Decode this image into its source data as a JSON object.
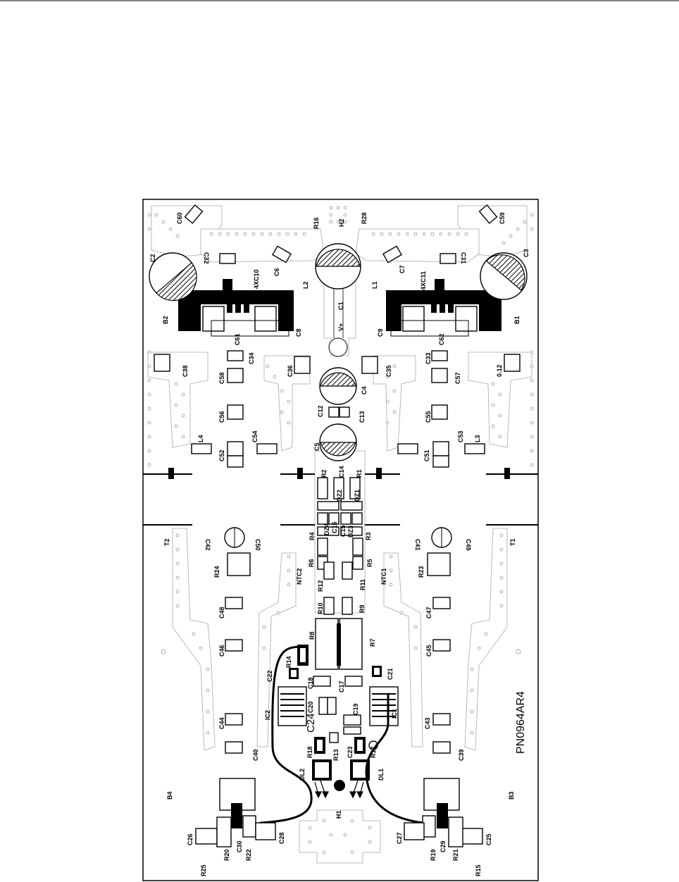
{
  "board": {
    "part_number": "PN0964AR4",
    "labels": {
      "C60": "C60",
      "R16": "R16",
      "H2": "H2",
      "R28": "R28",
      "C59": "C59",
      "C2": "C2",
      "C32": "C32",
      "C6": "C6",
      "C7": "C7",
      "C31": "C31",
      "C3": "C3",
      "L2": "L2",
      "L1": "L1",
      "C1": "C1",
      "4XC10": "4XC10",
      "4XC11": "4XC11",
      "B2": "B2",
      "B1": "B1",
      "C61": "C61",
      "C8": "C8",
      "C9": "C9",
      "C62": "C62",
      "Vplus": "V+",
      "C38_left": "C38",
      "C34": "C34",
      "C36": "C36",
      "C35": "C35",
      "C33": "C33",
      "C37": "0.12",
      "C58": "C58",
      "C57": "C57",
      "C4": "C4",
      "C12": "C12",
      "C13": "C13",
      "C56": "C56",
      "C55": "C55",
      "L4": "L4",
      "L3": "L3",
      "C54": "C54",
      "C53": "C53",
      "C5": "C5",
      "C52": "C52",
      "C51": "C51",
      "R2": "R2",
      "C14": "C14",
      "R1": "R1",
      "DZ2": "DZ2",
      "DZ1": "DZ1",
      "R4": "R4",
      "C16": "C16",
      "C15": "C15",
      "DZ4": "DZ4",
      "DZ3": "DZ3",
      "R3": "R3",
      "T2": "T2",
      "C42": "C42",
      "C50": "C50",
      "C41": "C41",
      "C49": "C49",
      "T1": "T1",
      "R6": "R6",
      "R5": "R5",
      "R24": "R24",
      "R23": "R23",
      "NTC2": "NTC2",
      "NTC1": "NTC1",
      "R12": "R12",
      "R11": "R11",
      "R10": "R10",
      "R9": "R9",
      "C48": "C48",
      "C47": "C47",
      "R8": "R8",
      "R7": "R7",
      "C46": "C46",
      "C45": "C45",
      "R14": "R14",
      "C22": "C22",
      "C21": "C21",
      "C18": "C18",
      "C17": "C17",
      "C20": "C20",
      "C19": "C19",
      "IC2": "IC2",
      "IC1": "IC1",
      "C24": "C24",
      "C44": "C44",
      "C43": "C43",
      "C40": "C40",
      "C39": "C39",
      "R18": "R18",
      "R13": "R13",
      "C23": "C23",
      "R17": "R17",
      "DL2": "DL2",
      "DL1": "DL1",
      "B4": "B4",
      "B3": "B3",
      "H1": "H1",
      "C26": "C26",
      "C30": "C30",
      "C28": "C28",
      "C27": "C27",
      "C29": "C29",
      "C25": "C25",
      "R20": "R20",
      "R22": "R22",
      "R19": "R19",
      "R21": "R21",
      "R25": "R25",
      "R15": "R15"
    }
  }
}
